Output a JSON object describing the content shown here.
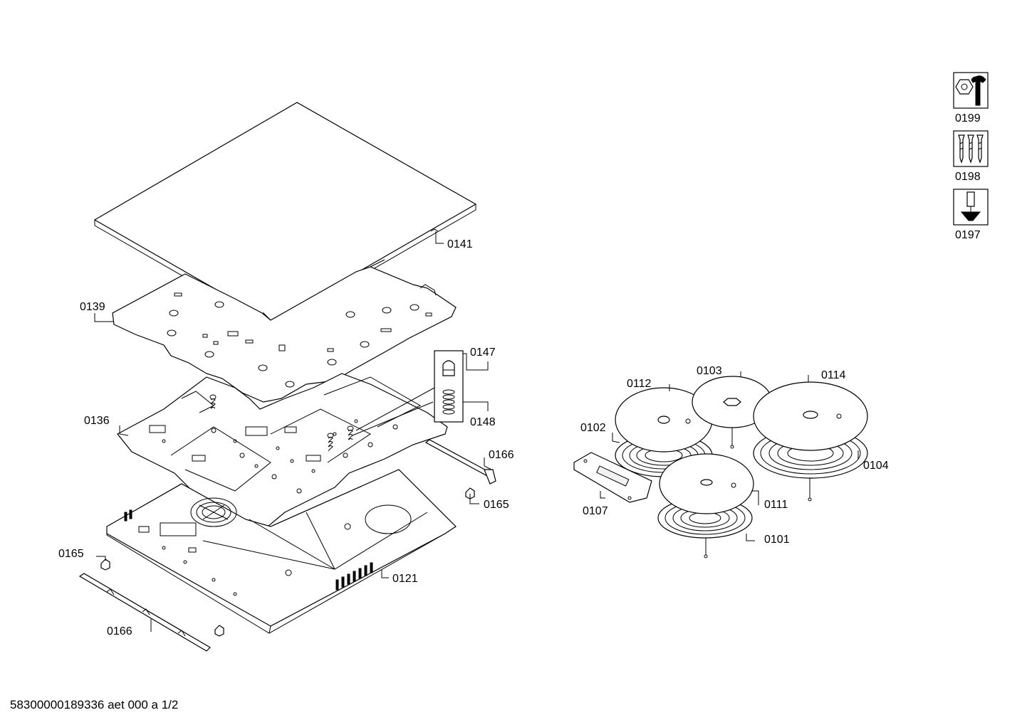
{
  "labels": {
    "p0141": "0141",
    "p0139": "0139",
    "p0147": "0147",
    "p0148": "0148",
    "p0136": "0136",
    "p0166a": "0166",
    "p0165a": "0165",
    "p0165b": "0165",
    "p0121": "0121",
    "p0166b": "0166",
    "p0112": "0112",
    "p0103": "0103",
    "p0114": "0114",
    "p0102": "0102",
    "p0104": "0104",
    "p0107": "0107",
    "p0111": "0111",
    "p0101": "0101",
    "p0199": "0199",
    "p0198": "0198",
    "p0197": "0197"
  },
  "footer": "58300000189336 aet 000 a 1/2"
}
